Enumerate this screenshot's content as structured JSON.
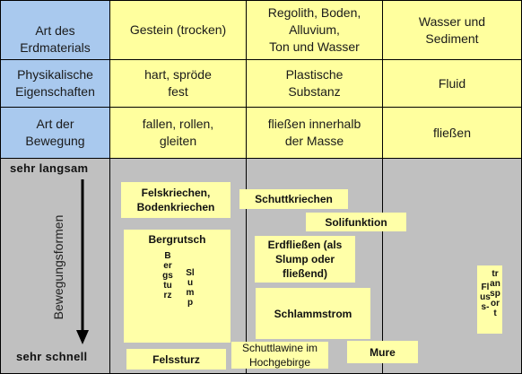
{
  "header": {
    "row1": {
      "label": "Art des\nErdmaterials",
      "col1": "Gestein (trocken)",
      "col2": "Regolith, Boden,\nAlluvium,\nTon und Wasser",
      "col3": "Wasser und\nSediment"
    },
    "row2": {
      "label": "Physikalische\nEigenschaften",
      "col1": "hart, spröde\nfest",
      "col2": "Plastische\nSubstanz",
      "col3": "Fluid"
    },
    "row3": {
      "label": "Art der\nBewegung",
      "col1": "fallen, rollen,\ngleiten",
      "col2": "fließen innerhalb\nder Masse",
      "col3": "fließen"
    }
  },
  "axis": {
    "top": "sehr  langsam",
    "bottom": "sehr schnell",
    "label": "Bewegungsformen"
  },
  "forms": {
    "felskriechen": "Felskriechen,\nBodenkriechen",
    "schuttkriechen": "Schuttkriechen",
    "solifunktion": "Solifunktion",
    "bergrutsch": "Bergrutsch",
    "bergsturz": "Bergsturz",
    "slump": "Slump",
    "erdfliessen": "Erdfließen (als\nSlump oder\nfließend)",
    "schlammstrom": "Schlammstrom",
    "felssturz": "Felssturz",
    "schuttlawine": "Schuttlawine im\nHochgebirge",
    "mure": "Mure",
    "fluss": "Fluss-",
    "transport": "transport"
  }
}
